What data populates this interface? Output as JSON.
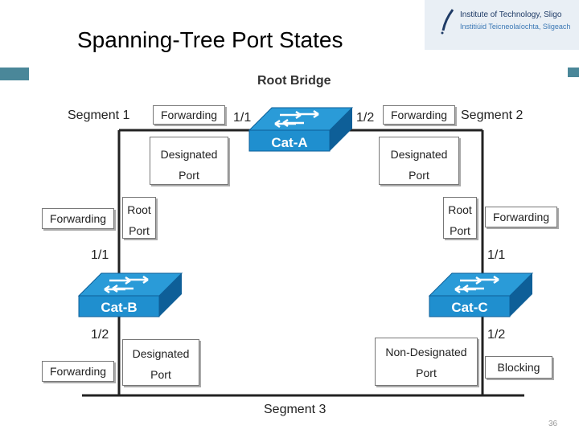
{
  "title": "Spanning-Tree Port States",
  "logo": {
    "line1": "Institute of Technology, Sligo",
    "line2": "Institiúid Teicneolaíochta, Sligeach"
  },
  "diagram": {
    "root_bridge_label": "Root Bridge",
    "segment1": "Segment 1",
    "segment2": "Segment 2",
    "segment3": "Segment 3",
    "switches": {
      "cat_a": "Cat-A",
      "cat_b": "Cat-B",
      "cat_c": "Cat-C"
    },
    "ports": {
      "a_p1": "1/1",
      "a_p2": "1/2",
      "b_p1": "1/1",
      "b_p2": "1/2",
      "c_p1": "1/1",
      "c_p2": "1/2"
    },
    "states": {
      "a_p1_state": "Forwarding",
      "a_p2_state": "Forwarding",
      "b_p1_state": "Forwarding",
      "b_p2_state": "Forwarding",
      "c_p1_state": "Forwarding",
      "c_p2_state": "Blocking"
    },
    "roles": {
      "a_p1_role_line1": "Designated",
      "a_p1_role_line2": "Port",
      "a_p2_role_line1": "Designated",
      "a_p2_role_line2": "Port",
      "b_p1_role_line1": "Root",
      "b_p1_role_line2": "Port",
      "c_p1_role_line1": "Root",
      "c_p1_role_line2": "Port",
      "b_p2_role_line1": "Designated",
      "b_p2_role_line2": "Port",
      "c_p2_role_line1": "Non-Designated",
      "c_p2_role_line2": "Port"
    }
  },
  "page_number": "36",
  "colors": {
    "switch_blue": "#1f8fcf",
    "switch_dark": "#0e5f98",
    "accent_teal": "#4a8799"
  }
}
